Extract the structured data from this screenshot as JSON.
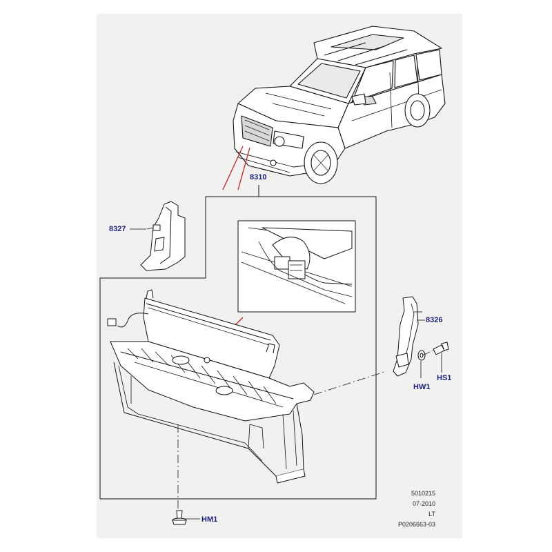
{
  "colors": {
    "background": "#ffffff",
    "sheet": "#f1f1ef",
    "line": "#111111",
    "label": "#1a1f7a",
    "leader": "#cc1f1f"
  },
  "labels": {
    "assembly": "8310",
    "bracket_left": "8327",
    "bracket_right": "8326",
    "washer": "HW1",
    "screw": "HS1",
    "clip": "HM1"
  },
  "reference": {
    "code": "5010215",
    "date": "07-2010",
    "side": "LT",
    "illustration": "P0206663-03"
  }
}
